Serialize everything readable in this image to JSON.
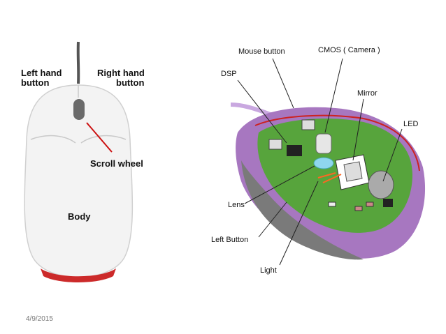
{
  "left_mouse": {
    "labels": {
      "left_hand_button": [
        "Left hand",
        "button"
      ],
      "right_hand_button": [
        "Right hand",
        "button"
      ],
      "scroll_wheel": "Scroll wheel",
      "body": "Body"
    }
  },
  "right_mouse": {
    "labels": {
      "mouse_button": "Mouse button",
      "cmos": "CMOS ( Camera )",
      "dsp": "DSP",
      "mirror": "Mirror",
      "led": "LED",
      "lens": "Lens",
      "left_button": "Left Button",
      "light": "Light"
    }
  },
  "footer": {
    "date": "4/9/2015"
  },
  "colors": {
    "mouse_white": "#f2f2f2",
    "red_pointer": "#cc1111",
    "shell_purple": "#a777c0",
    "board_green": "#57a43c",
    "shell_gray": "#7a7a7a"
  }
}
